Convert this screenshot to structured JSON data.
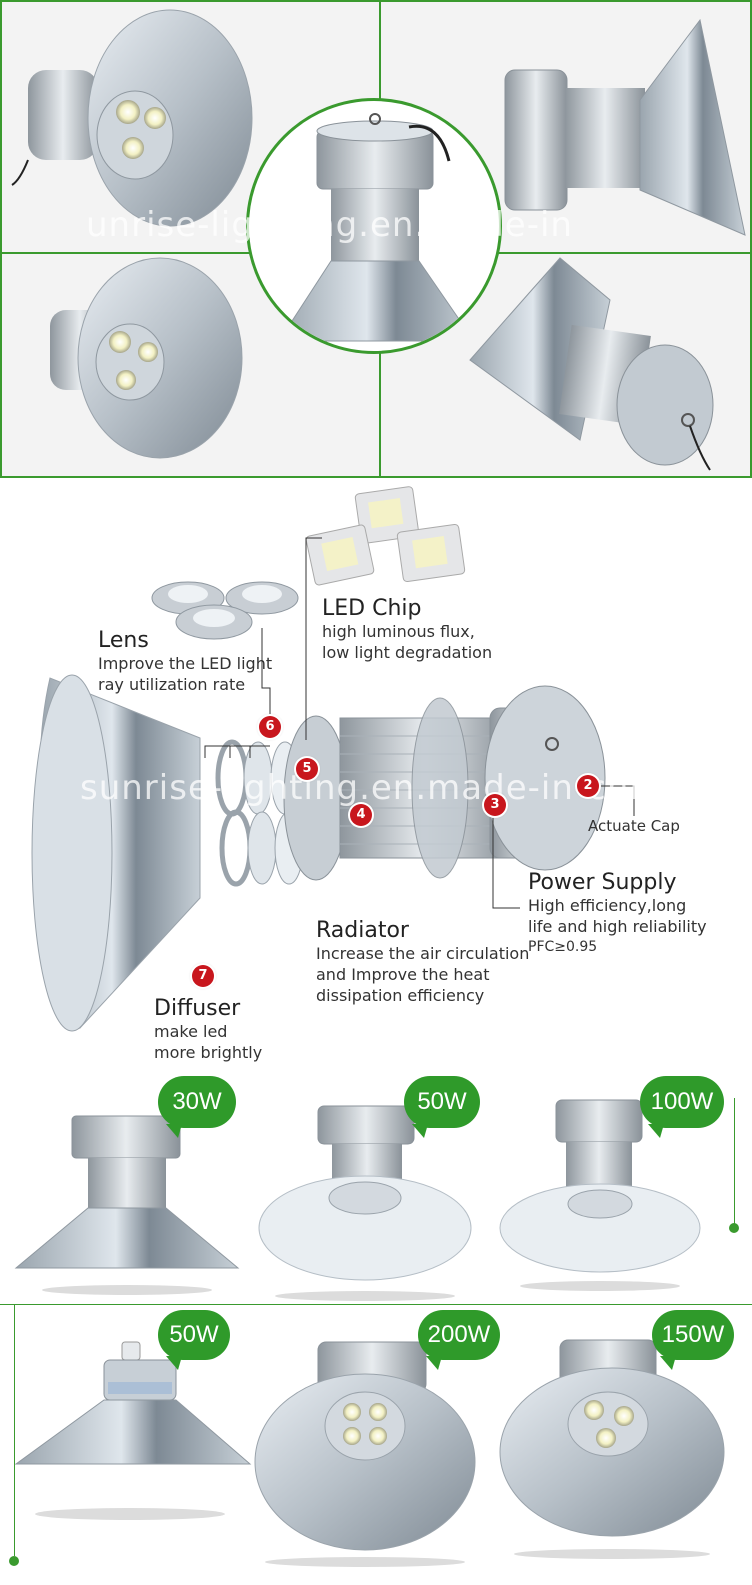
{
  "watermark": {
    "top": "unrise-lig hting.en.made-in",
    "middle": "sunrise-lighting.en.made-in-china.c"
  },
  "components": [
    {
      "id": "lens",
      "title": "Lens",
      "lines": [
        "Improve the LED light",
        "ray utilization rate"
      ]
    },
    {
      "id": "led-chip",
      "title": "LED Chip",
      "lines": [
        "high luminous flux,",
        "low light degradation"
      ]
    },
    {
      "id": "power-supply",
      "title": "Power Supply",
      "lines": [
        "High efficiency,long",
        "life and high reliability",
        "PFC≥0.95"
      ]
    },
    {
      "id": "radiator",
      "title": "Radiator",
      "lines": [
        "Increase the air circulation",
        "and Improve the heat",
        "dissipation efficiency"
      ]
    },
    {
      "id": "diffuser",
      "title": "Diffuser",
      "lines": [
        "make led",
        "more brightly"
      ]
    }
  ],
  "actuate_cap_label": "Actuate Cap",
  "badges": [
    "2",
    "3",
    "4",
    "5",
    "6",
    "7"
  ],
  "models_row1": [
    "30W",
    "50W",
    "100W"
  ],
  "models_row2": [
    "50W",
    "200W",
    "150W"
  ],
  "colors": {
    "accent": "#2f9a2a",
    "badge": "#c8161d",
    "line": "#3a9a2e"
  }
}
